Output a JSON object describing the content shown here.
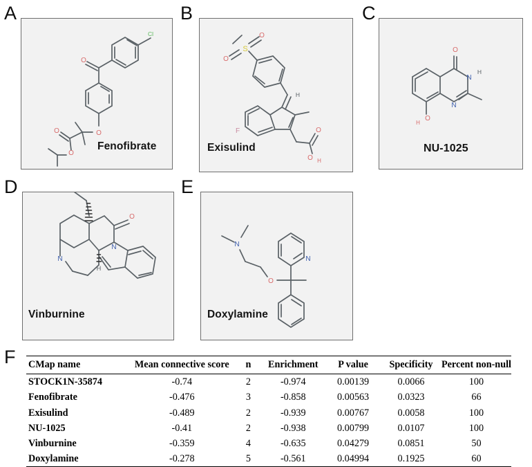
{
  "figure": {
    "panels": [
      {
        "id": "A",
        "letter": "A",
        "compound": "Fenofibrate"
      },
      {
        "id": "B",
        "letter": "B",
        "compound": "Exisulind"
      },
      {
        "id": "C",
        "letter": "C",
        "compound": "NU-1025"
      },
      {
        "id": "D",
        "letter": "D",
        "compound": "Vinburnine"
      },
      {
        "id": "E",
        "letter": "E",
        "compound": "Doxylamine"
      },
      {
        "id": "F",
        "letter": "F",
        "compound": ""
      }
    ],
    "atom_labels": {
      "chlorine": "Cl",
      "oxygen": "O",
      "nitrogen": "N",
      "sulfur": "S",
      "fluorine": "F",
      "hydrogen": "H"
    },
    "colors": {
      "bond": "#5a6166",
      "oxygen": "#d86b6b",
      "nitrogen": "#3a5bab",
      "chlorine": "#5cb85c",
      "sulfur": "#d6c93a",
      "fluorine": "#c98aa0",
      "hydrogen": "#5a6166",
      "panel_bg": "#f2f2f2",
      "panel_border": "#6e6e6e"
    }
  },
  "table": {
    "columns": [
      "CMap name",
      "Mean connective score",
      "n",
      "Enrichment",
      "P value",
      "Specificity",
      "Percent non-null"
    ],
    "rows": [
      {
        "name": "STOCK1N-35874",
        "mean_connective_score": "-0.74",
        "n": "2",
        "enrichment": "-0.974",
        "p_value": "0.00139",
        "specificity": "0.0066",
        "percent_non_null": "100"
      },
      {
        "name": "Fenofibrate",
        "mean_connective_score": "-0.476",
        "n": "3",
        "enrichment": "-0.858",
        "p_value": "0.00563",
        "specificity": "0.0323",
        "percent_non_null": "66"
      },
      {
        "name": "Exisulind",
        "mean_connective_score": "-0.489",
        "n": "2",
        "enrichment": "-0.939",
        "p_value": "0.00767",
        "specificity": "0.0058",
        "percent_non_null": "100"
      },
      {
        "name": "NU-1025",
        "mean_connective_score": "-0.41",
        "n": "2",
        "enrichment": "-0.938",
        "p_value": "0.00799",
        "specificity": "0.0107",
        "percent_non_null": "100"
      },
      {
        "name": "Vinburnine",
        "mean_connective_score": "-0.359",
        "n": "4",
        "enrichment": "-0.635",
        "p_value": "0.04279",
        "specificity": "0.0851",
        "percent_non_null": "50"
      },
      {
        "name": "Doxylamine",
        "mean_connective_score": "-0.278",
        "n": "5",
        "enrichment": "-0.561",
        "p_value": "0.04994",
        "specificity": "0.1925",
        "percent_non_null": "60"
      }
    ]
  },
  "chart_data": {
    "type": "table",
    "title": "",
    "columns": [
      "CMap name",
      "Mean connective score",
      "n",
      "Enrichment",
      "P value",
      "Specificity",
      "Percent non-null"
    ],
    "rows": [
      [
        "STOCK1N-35874",
        -0.74,
        2,
        -0.974,
        0.00139,
        0.0066,
        100
      ],
      [
        "Fenofibrate",
        -0.476,
        3,
        -0.858,
        0.00563,
        0.0323,
        66
      ],
      [
        "Exisulind",
        -0.489,
        2,
        -0.939,
        0.00767,
        0.0058,
        100
      ],
      [
        "NU-1025",
        -0.41,
        2,
        -0.938,
        0.00799,
        0.0107,
        100
      ],
      [
        "Vinburnine",
        -0.359,
        4,
        -0.635,
        0.04279,
        0.0851,
        50
      ],
      [
        "Doxylamine",
        -0.278,
        5,
        -0.561,
        0.04994,
        0.1925,
        60
      ]
    ]
  }
}
